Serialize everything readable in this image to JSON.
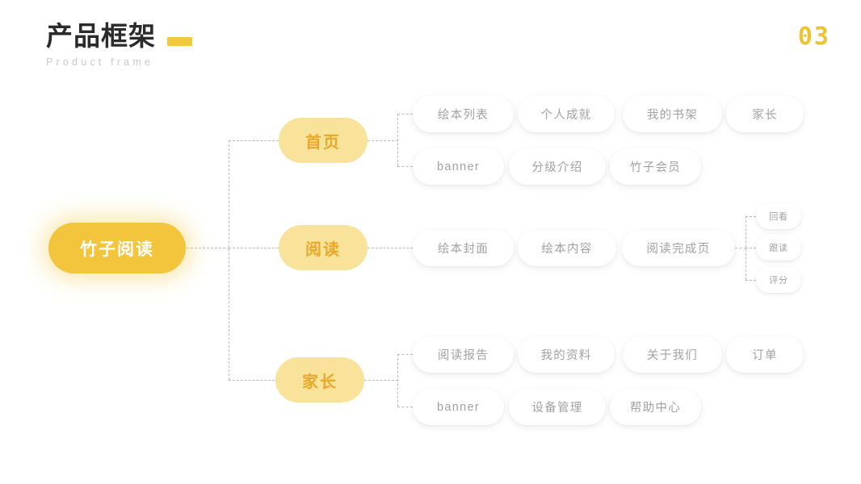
{
  "header": {
    "title": "产品框架",
    "subtitle": "Product frame",
    "page_number": "03",
    "accent_color": "#f2c93c",
    "title_color": "#2b2b2b",
    "subtitle_color": "#c9c9c9"
  },
  "diagram": {
    "type": "mindmap",
    "root": {
      "label": "竹子阅读",
      "bg": "#f2c53c",
      "text_color": "#ffffff"
    },
    "branches": [
      {
        "label": "首页",
        "bg": "#f9e29a",
        "text_color": "#e8a92a",
        "rows": [
          {
            "items": [
              "绘本列表",
              "个人成就",
              "我的书架",
              "家长"
            ]
          },
          {
            "items": [
              "banner",
              "分级介绍",
              "竹子会员"
            ]
          }
        ]
      },
      {
        "label": "阅读",
        "bg": "#f9e29a",
        "text_color": "#e8a92a",
        "rows": [
          {
            "items": [
              "绘本封面",
              "绘本内容",
              "阅读完成页"
            ]
          }
        ],
        "sub_branch": {
          "parent": "阅读完成页",
          "items": [
            "回看",
            "跟读",
            "评分"
          ]
        }
      },
      {
        "label": "家长",
        "bg": "#f9e29a",
        "text_color": "#e8a92a",
        "rows": [
          {
            "items": [
              "阅读报告",
              "我的资料",
              "关于我们",
              "订单"
            ]
          },
          {
            "items": [
              "banner",
              "设备管理",
              "帮助中心"
            ]
          }
        ]
      }
    ],
    "leaf_style": {
      "bg": "#ffffff",
      "text_color": "#a2a2a2"
    },
    "connector_color": "#b9b9b9"
  }
}
